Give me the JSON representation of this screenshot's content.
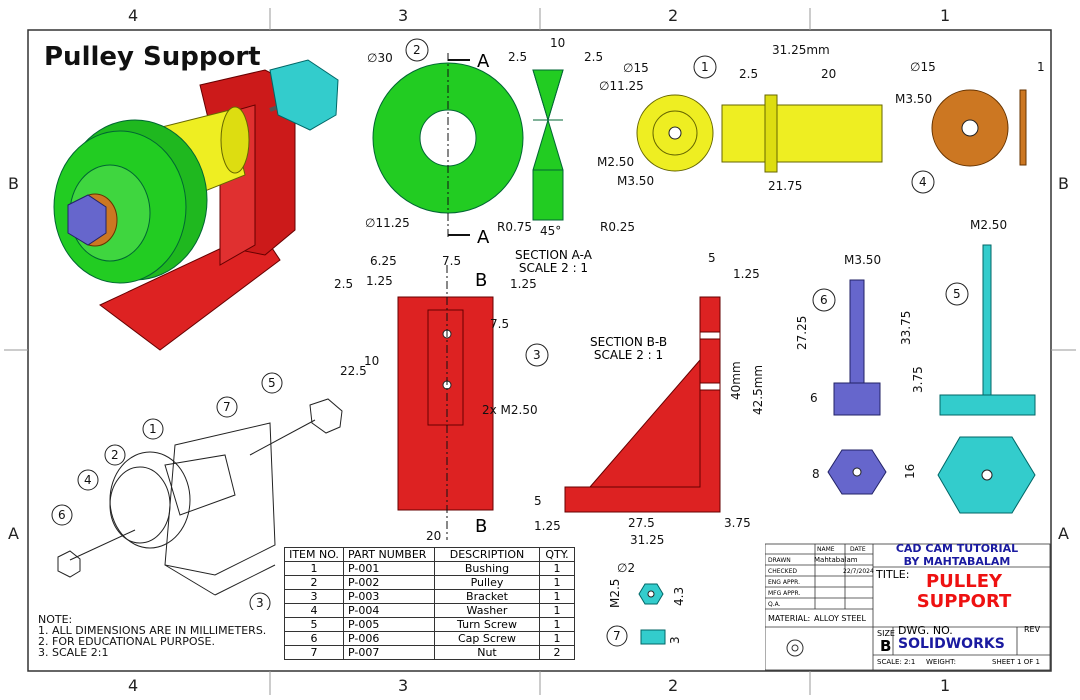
{
  "drawing": {
    "title": "Pulley Support",
    "zones_top": [
      "4",
      "3",
      "2",
      "1"
    ],
    "zones_side": [
      "B",
      "A"
    ]
  },
  "views": {
    "pulley": {
      "dims": [
        "∅30",
        "∅11.25",
        "10",
        "2.5",
        "2.5",
        "R0.75",
        "R0.25",
        "45°"
      ],
      "section_label": "A",
      "section_title": "SECTION A-A",
      "section_scale": "SCALE 2 : 1",
      "balloon": "2",
      "color": "#22cc22"
    },
    "bushing": {
      "dims": [
        "∅15",
        "∅11.25",
        "M2.50",
        "M3.50",
        "31.25mm",
        "2.5",
        "20",
        "21.75"
      ],
      "balloon": "1",
      "color": "#eeee22"
    },
    "washer": {
      "dims": [
        "∅15",
        "M3.50",
        "1"
      ],
      "balloon": "4",
      "color": "#cc7722"
    },
    "bracket": {
      "dims": [
        "6.25",
        "7.5",
        "1.25",
        "1.25",
        "2.5",
        "7.5",
        "10",
        "22.5",
        "20",
        "2x M2.50"
      ],
      "section_label": "B",
      "balloon": "3",
      "color": "#dd2222"
    },
    "bracket_section": {
      "section_title": "SECTION B-B",
      "section_scale": "SCALE 2 : 1",
      "dims": [
        "5",
        "1.25",
        "40mm",
        "42.5mm",
        "5",
        "1.25",
        "27.5",
        "3.75",
        "31.25"
      ]
    },
    "cap_screw": {
      "dims": [
        "M3.50",
        "27.25",
        "6",
        "8"
      ],
      "balloon": "6",
      "color": "#6666cc"
    },
    "turn_screw": {
      "dims": [
        "M2.50",
        "33.75",
        "3.75",
        "16"
      ],
      "balloon": "5",
      "color": "#33cccc"
    },
    "nut": {
      "dims": [
        "∅2",
        "M2.5",
        "4.3",
        "3"
      ],
      "balloon": "7"
    },
    "exploded": {
      "balloons": [
        "7",
        "1",
        "2",
        "4",
        "6",
        "5",
        "3"
      ]
    }
  },
  "bom": {
    "headers": [
      "ITEM NO.",
      "PART NUMBER",
      "DESCRIPTION",
      "QTY."
    ],
    "rows": [
      [
        "1",
        "P-001",
        "Bushing",
        "1"
      ],
      [
        "2",
        "P-002",
        "Pulley",
        "1"
      ],
      [
        "3",
        "P-003",
        "Bracket",
        "1"
      ],
      [
        "4",
        "P-004",
        "Washer",
        "1"
      ],
      [
        "5",
        "P-005",
        "Turn Screw",
        "1"
      ],
      [
        "6",
        "P-006",
        "Cap Screw",
        "1"
      ],
      [
        "7",
        "P-007",
        "Nut",
        "2"
      ]
    ]
  },
  "notes": {
    "heading": "NOTE:",
    "lines": [
      "1.  ALL DIMENSIONS ARE IN MILLIMETERS.",
      "2.  FOR EDUCATIONAL PURPOSE.",
      "3.  SCALE 2:1"
    ]
  },
  "title_block": {
    "col_name": "NAME",
    "col_date": "DATE",
    "drawn_label": "DRAWN",
    "drawn_by": "Mahtabalam",
    "checked_label": "CHECKED",
    "checked_date": "22/7/2024",
    "eng_label": "ENG APPR.",
    "mfg_label": "MFG APPR.",
    "qa_label": "Q.A.",
    "material_label": "MATERIAL:",
    "material": "ALLOY STEEL",
    "company_line1": "CAD CAM TUTORIAL",
    "company_line2": "BY MAHTABALAM",
    "title_label": "TITLE:",
    "title_line1": "PULLEY",
    "title_line2": "SUPPORT",
    "size_label": "SIZE",
    "size": "B",
    "dwg_label": "DWG.  NO.",
    "dwg_no": "SOLIDWORKS",
    "rev_label": "REV",
    "scale_text": "SCALE: 2:1",
    "weight_text": "WEIGHT:",
    "sheet_text": "SHEET 1 OF 1"
  },
  "colors": {
    "pulley": "#22cc22",
    "bushing": "#eeee22",
    "washer": "#cc7722",
    "bracket": "#dd2222",
    "cap_screw": "#6666cc",
    "turn_screw": "#33cccc",
    "title_red": "#ee1111",
    "title_blue": "#1a1aa0"
  }
}
